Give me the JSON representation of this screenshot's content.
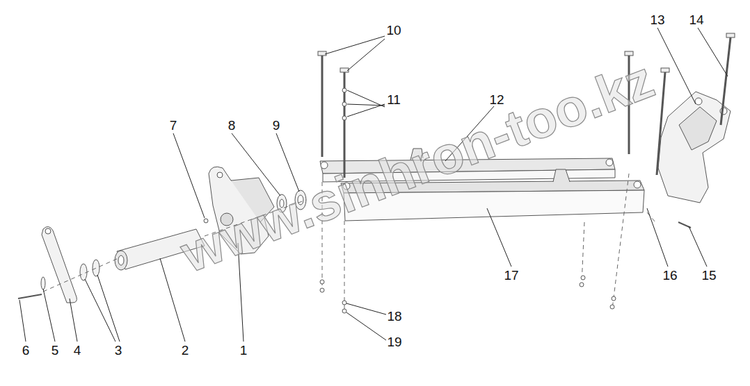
{
  "diagram": {
    "labels": [
      "10",
      "11",
      "12",
      "13",
      "14",
      "7",
      "8",
      "9",
      "17",
      "16",
      "15",
      "18",
      "19",
      "6",
      "5",
      "4",
      "3",
      "2",
      "1",
      "www.sinhron-too.kz"
    ]
  }
}
